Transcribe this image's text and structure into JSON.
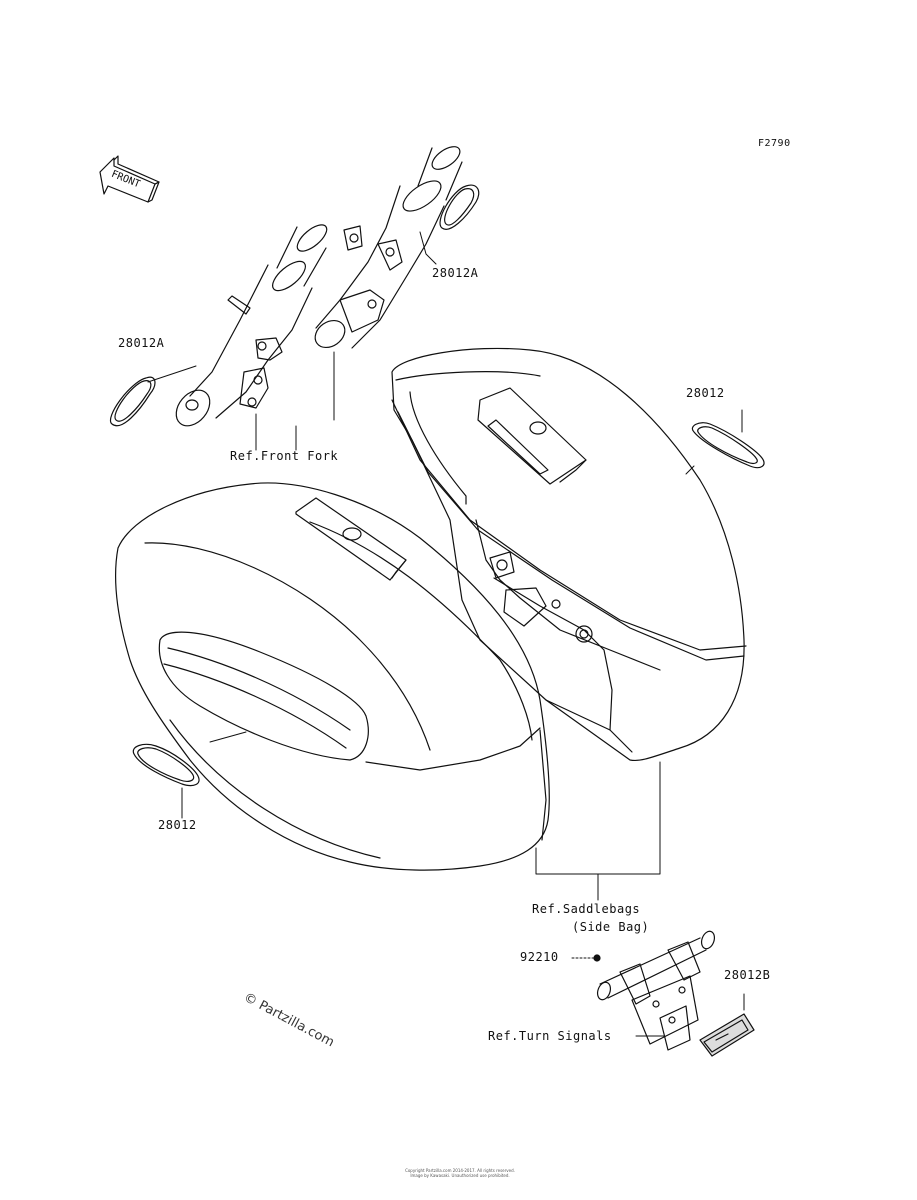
{
  "diagram": {
    "figure_code": "F2790",
    "front_arrow_text": "FRONT",
    "labels": {
      "part_28012A_left": "28012A",
      "part_28012A_right": "28012A",
      "part_28012_right": "28012",
      "part_28012_left": "28012",
      "part_92210": "92210",
      "part_28012B": "28012B",
      "ref_front_fork": "Ref.Front Fork",
      "ref_saddlebags_line1": "Ref.Saddlebags",
      "ref_saddlebags_line2": "(Side Bag)",
      "ref_turn_signals": "Ref.Turn Signals"
    },
    "watermark": "© Partzilla.com",
    "copyright_line1": "Copyright Partzilla.com 2014-2017. All rights reserved.",
    "copyright_line2": "Image by Kawasaki. Unauthorized use prohibited."
  },
  "colors": {
    "line": "#111111",
    "background": "#ffffff"
  }
}
